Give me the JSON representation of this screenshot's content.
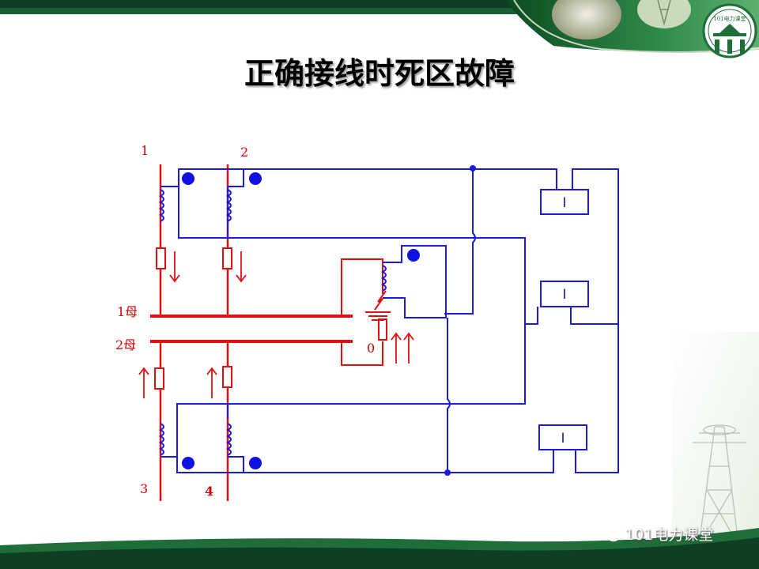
{
  "slide": {
    "title": "正确接线时死区故障",
    "logo_text": "101电力课堂",
    "watermark": "101电力课堂"
  },
  "diagram": {
    "line_labels": {
      "l1": "1",
      "l2": "2",
      "l3": "3",
      "l4": "4"
    },
    "bus_labels": {
      "bus1": "1母",
      "bus2": "2母"
    },
    "fault_label": "0",
    "relay_labels": {
      "r1": "I",
      "r2": "I",
      "r3": "I"
    }
  },
  "colors": {
    "wire": "#1a1ae0",
    "primary": "#e01010",
    "header_green": "#1f6e3a",
    "dot": "#1010e0"
  }
}
